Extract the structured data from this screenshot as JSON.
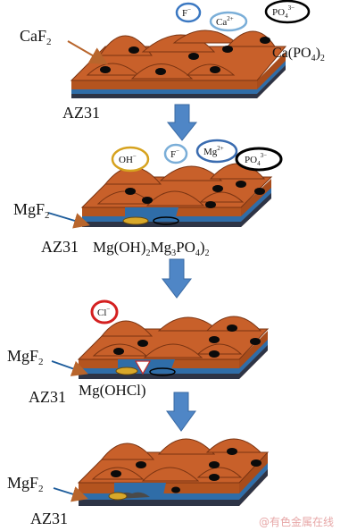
{
  "stage1": {
    "coating_label": "CaF",
    "coating_sub": "2",
    "substrate_label": "AZ31",
    "ion_f": "F",
    "ion_f_sup": "−",
    "ion_ca": "Ca",
    "ion_ca_sup": "2+",
    "ion_po4": "PO",
    "ion_po4_sub": "4",
    "ion_po4_sup": "3−",
    "product_label": "Ca(PO",
    "product_sub": "4",
    "product_tail": ")",
    "product_sub2": "2"
  },
  "stage2": {
    "coating_label": "MgF",
    "coating_sub": "2",
    "substrate_label": "AZ31",
    "products_a": "Mg(OH)",
    "products_a_sub": "2",
    "products_b": "Mg",
    "products_b_sub": "3",
    "products_c": "PO",
    "products_c_sub": "4",
    "products_d": ")",
    "products_d_sub": "2",
    "ion_oh": "OH",
    "ion_oh_sup": "−",
    "ion_f": "F",
    "ion_f_sup": "−",
    "ion_mg": "Mg",
    "ion_mg_sup": "2+",
    "ion_po4": "PO",
    "ion_po4_sub": "4",
    "ion_po4_sup": "3−"
  },
  "stage3": {
    "ion_cl": "Cl",
    "ion_cl_sup": "−",
    "coating_label": "MgF",
    "coating_sub": "2",
    "substrate_label": "AZ31",
    "product_label": "Mg(OHCl)"
  },
  "stage4": {
    "coating_label": "MgF",
    "coating_sub": "2",
    "substrate_label": "AZ31"
  },
  "watermark": "@有色金属在线",
  "colors": {
    "coating_top": "#c8602a",
    "coating_side": "#b4541f",
    "layer_blue": "#2f6da8",
    "layer_dark": "#2d3446",
    "arrow": "#4f86c6",
    "ion_f_ring": "#3b78c2",
    "ion_ca_ring": "#7aaed8",
    "ion_oh_ring": "#d6a21e",
    "ion_mg_ring": "#3a6cb0",
    "ion_cl_ring": "#d42020",
    "ion_po4_ring": "#000000",
    "deposit_gold": "#d8a82a",
    "watermark": "#e7a7a7"
  }
}
